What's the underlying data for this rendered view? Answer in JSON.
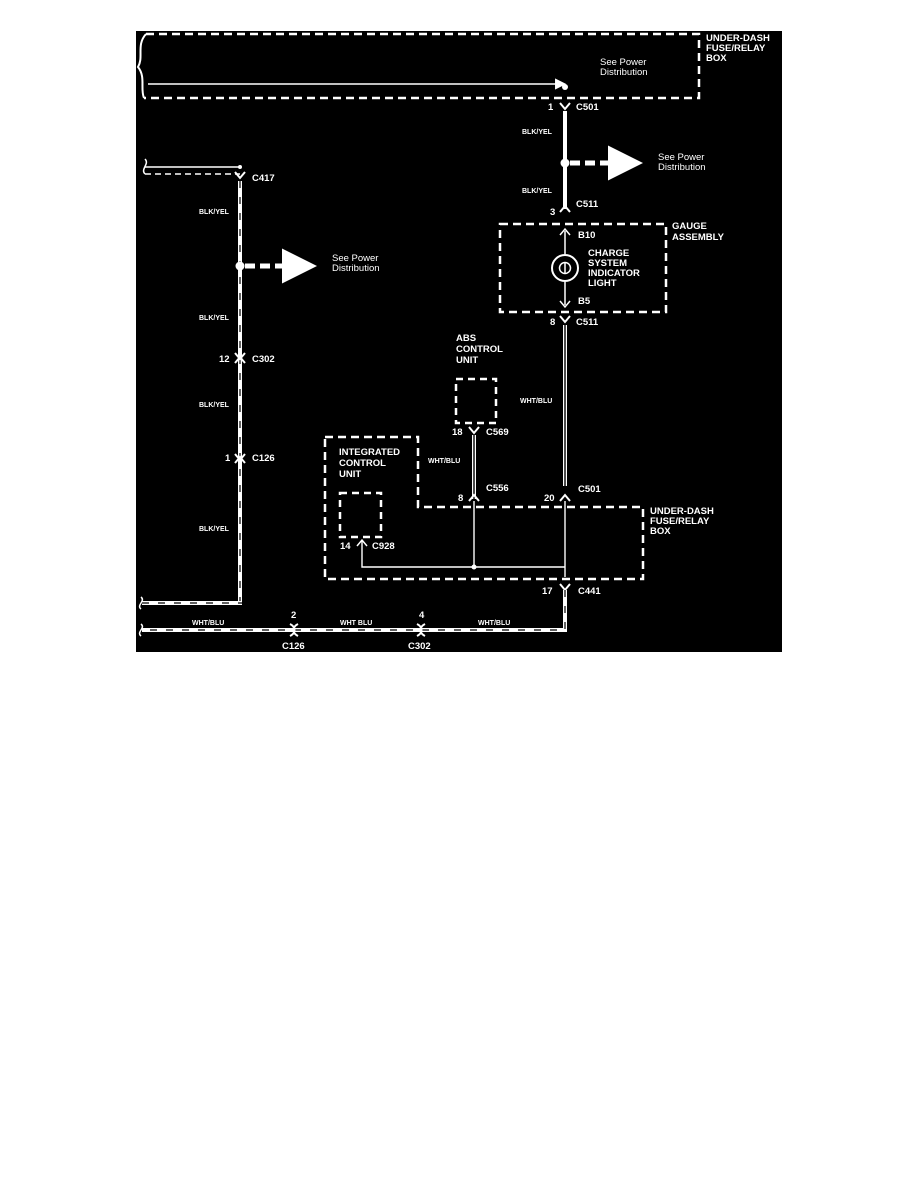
{
  "colors": {
    "background": "#000000",
    "foreground": "#ffffff",
    "page": "#ffffff"
  },
  "labels": {
    "fuse_box_top": [
      "UNDER-DASH",
      "FUSE/RELAY",
      "BOX"
    ],
    "fuse_box_bottom": [
      "UNDER-DASH",
      "FUSE/RELAY",
      "BOX"
    ],
    "gauge_assembly": [
      "GAUGE",
      "ASSEMBLY"
    ],
    "charge_light": [
      "CHARGE",
      "SYSTEM",
      "INDICATOR",
      "LIGHT"
    ],
    "abs_unit": [
      "ABS",
      "CONTROL",
      "UNIT"
    ],
    "icu_unit": [
      "INTEGRATED",
      "CONTROL",
      "UNIT"
    ]
  },
  "notes": {
    "power_top": [
      "See Power",
      "Distribution"
    ],
    "power_mid": [
      "See Power",
      "Distribution"
    ],
    "power_left": [
      "See Power",
      "Distribution"
    ]
  },
  "wires": {
    "blk_yel": "BLK/YEL",
    "wht_blu": "WHT/BLU",
    "wht_blu_bottom": "WHT/BLU",
    "wht_blu_bottom_mid": "WHT BLU"
  },
  "connectors": {
    "c501_top": {
      "pin": "1",
      "name": "C501"
    },
    "c511_top": {
      "pin": "3",
      "name": "C511"
    },
    "b10": {
      "name": "B10"
    },
    "b5": {
      "name": "B5"
    },
    "c511_bot": {
      "pin": "8",
      "name": "C511"
    },
    "c417": {
      "name": "C417"
    },
    "c302": {
      "pin": "12",
      "name": "C302"
    },
    "c126": {
      "pin": "1",
      "name": "C126"
    },
    "c569": {
      "pin": "18",
      "name": "C569"
    },
    "c556": {
      "pin": "8",
      "name": "C556"
    },
    "c501_bot": {
      "pin": "20",
      "name": "C501"
    },
    "c928": {
      "pin": "14",
      "name": "C928"
    },
    "c441": {
      "pin": "17",
      "name": "C441"
    },
    "c126_bottom": {
      "pin": "2",
      "name": "C126"
    },
    "c302_bottom": {
      "pin": "4",
      "name": "C302"
    }
  }
}
